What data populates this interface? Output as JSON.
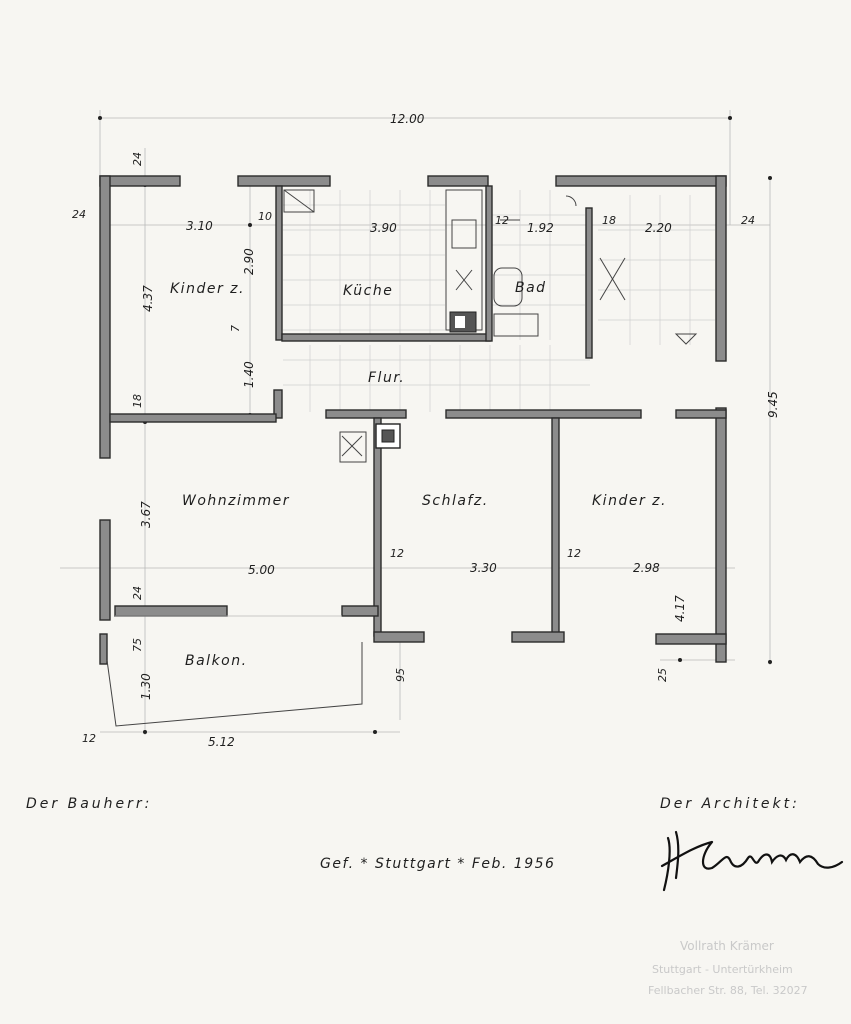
{
  "plan": {
    "overall_width": "12.00",
    "overall_depth": "9.45",
    "rooms": {
      "kinder_left": "Kinder z.",
      "kueche": "Küche",
      "bad": "Bad",
      "flur": "Flur.",
      "wohnzimmer": "Wohnzimmer",
      "schlafz": "Schlafz.",
      "kinder_right": "Kinder z.",
      "balkon": "Balkon."
    },
    "dimensions": {
      "d24_top_left": "24",
      "d24_left": "24",
      "d3_10": "3.10",
      "d10": "10",
      "d3_90": "3.90",
      "d12_top": "12",
      "d1_92": "1.92",
      "d18_top": "18",
      "d2_20": "2.20",
      "d24_right": "24",
      "d4_37": "4.37",
      "d2_90": "2.90",
      "d7": "7",
      "d1_40": "1.40",
      "d18_left": "18",
      "d3_67": "3.67",
      "d12_schlaf": "12",
      "d3_30": "3.30",
      "d12_kinder": "12",
      "d2_98": "2.98",
      "d5_00": "5.00",
      "d24_bottom": "24",
      "d4_17": "4.17",
      "d75": "75",
      "d1_30": "1.30",
      "d95": "95",
      "d25": "25",
      "d12_bottom": "12",
      "d5_12": "5.12"
    }
  },
  "footer": {
    "bauherr": "Der Bauherr:",
    "architekt": "Der Architekt:",
    "date_line": "Gef. * Stuttgart * Feb. 1956",
    "stamp_name": "Vollrath Krämer",
    "stamp_city": "Stuttgart - Untertürkheim",
    "stamp_address": "Fellbacher Str. 88, Tel. 32027"
  }
}
